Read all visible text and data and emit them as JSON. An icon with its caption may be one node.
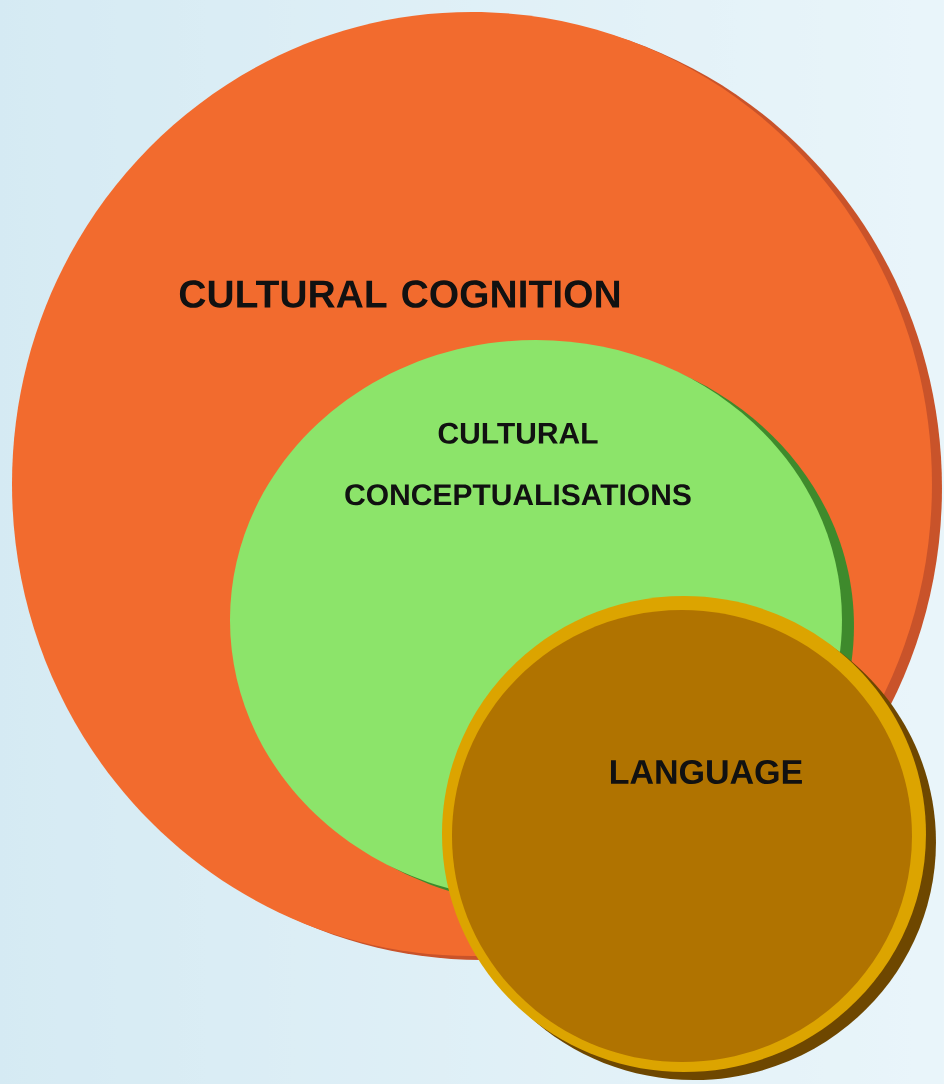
{
  "diagram": {
    "nodes": [
      {
        "text": [
          "CULTURAL COGNITION"
        ]
      },
      {
        "text": [
          "CULTURAL CONCEPTUALISATIONS"
        ],
        "in": 0
      },
      {
        "text": [
          "LANGUAGE"
        ]
      }
    ]
  }
}
